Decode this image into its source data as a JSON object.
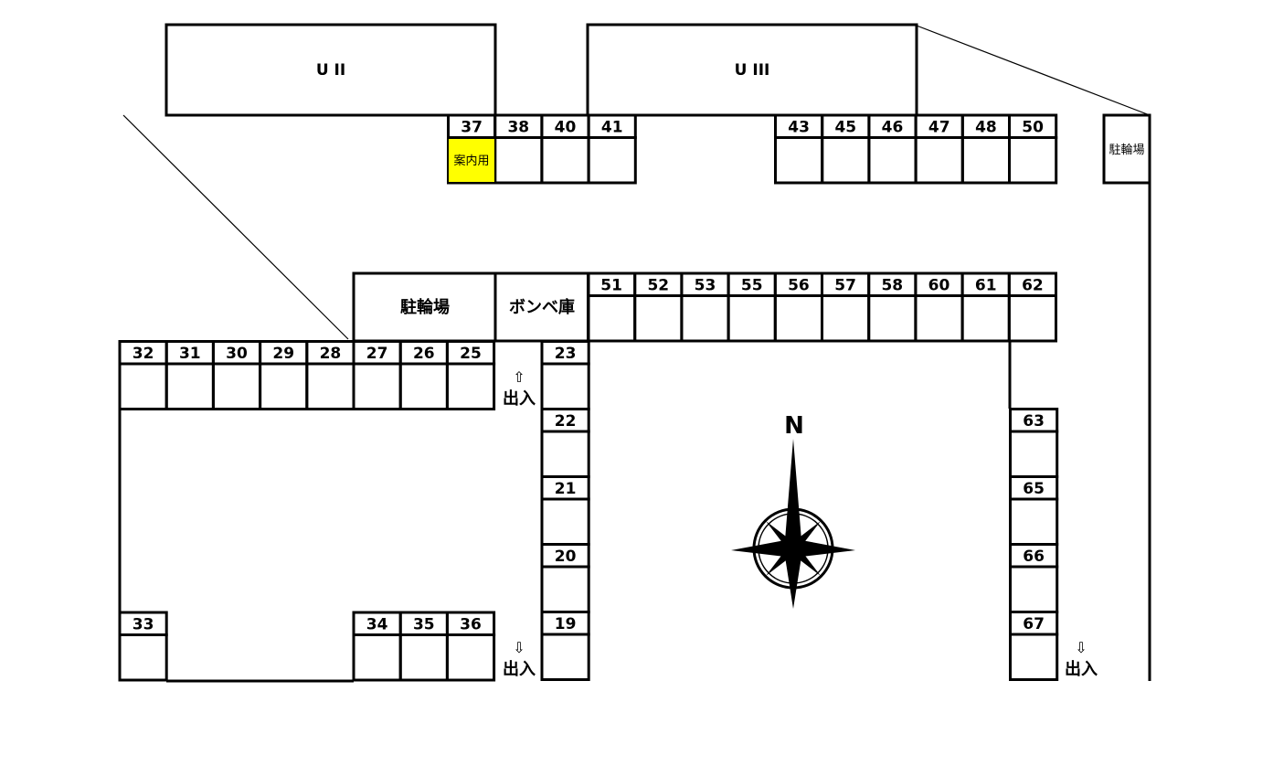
{
  "buildings": {
    "u2": "U II",
    "u3": "U III"
  },
  "areas": {
    "bicycle_parking_center": "駐輪場",
    "bicycle_parking_right": "駐輪場",
    "gas_cylinder_storage": "ボンベ庫"
  },
  "reserved": {
    "label": "案内用",
    "color": "#ffff00"
  },
  "entrances": {
    "top_arrow": "⇧",
    "down_arrow": "⇩",
    "label": "出入"
  },
  "compass": {
    "north": "N"
  },
  "spaces": {
    "top_left": [
      "37",
      "38",
      "40",
      "41"
    ],
    "top_right": [
      "43",
      "45",
      "46",
      "47",
      "48",
      "50"
    ],
    "middle_row": [
      "51",
      "52",
      "53",
      "55",
      "56",
      "57",
      "58",
      "60",
      "61",
      "62"
    ],
    "left_row": [
      "32",
      "31",
      "30",
      "29",
      "28",
      "27",
      "26",
      "25"
    ],
    "center_column": [
      "23",
      "22",
      "21",
      "20",
      "19"
    ],
    "right_column": [
      "63",
      "65",
      "66",
      "67"
    ],
    "bottom_left": [
      "33"
    ],
    "bottom_middle": [
      "34",
      "35",
      "36"
    ]
  }
}
